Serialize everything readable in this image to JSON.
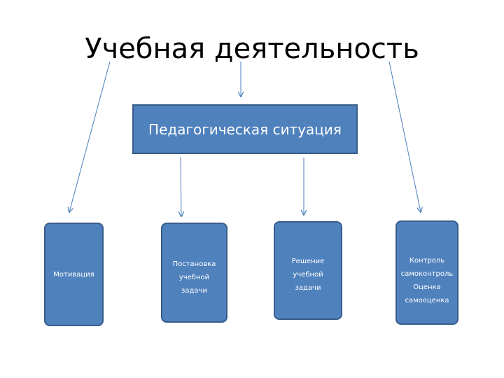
{
  "diagram": {
    "title": "Учебная деятельность",
    "center": "Педагогическая ситуация",
    "nodes": [
      {
        "label": "Мотивация"
      },
      {
        "label": "Постановка\nучебной\nзадачи"
      },
      {
        "label": "Решение\nучебной\nзадачи"
      },
      {
        "label": "Контроль\nсамоконтроль\nОценка\nсамооценка"
      }
    ]
  },
  "colors": {
    "box_fill": "#4f81bd",
    "box_border": "#385d8a",
    "arrow": "#4a7ebb",
    "box_text": "#ffffff",
    "title_text": "#000000"
  }
}
